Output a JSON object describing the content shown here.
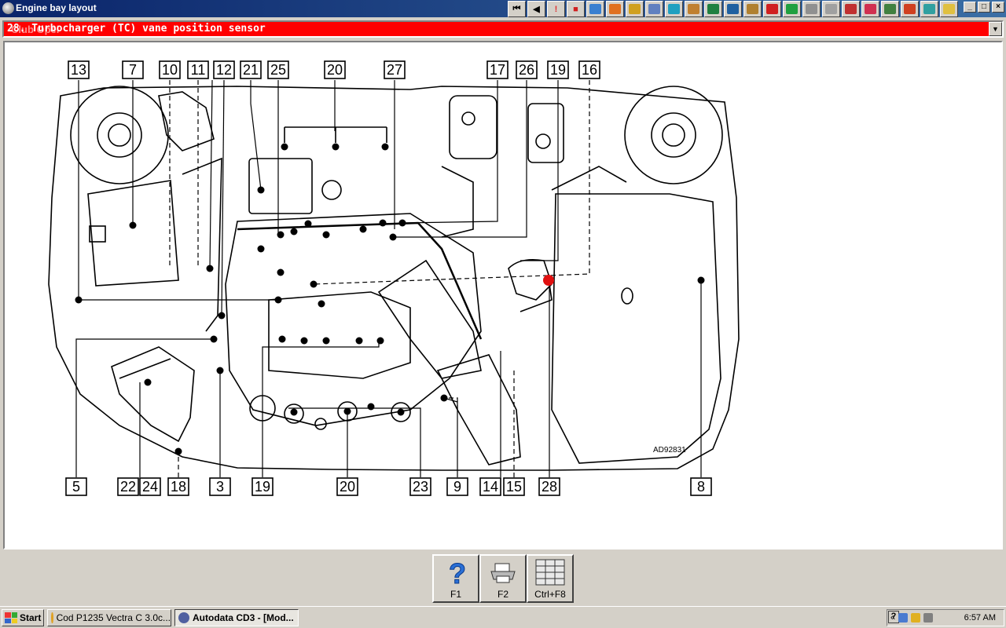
{
  "window": {
    "title": "Engine bay layout"
  },
  "toolbar": {
    "buttons": [
      {
        "name": "first-page-button",
        "glyph": "⏮",
        "color": "#000000"
      },
      {
        "name": "previous-button",
        "glyph": "◀",
        "color": "#000000"
      },
      {
        "name": "warning-button",
        "glyph": "!",
        "color": "#e03030"
      },
      {
        "name": "color-button",
        "glyph": "■",
        "color": "#d02020"
      },
      {
        "name": "tool-1-button",
        "glyph": "",
        "color": "#3a7fd0"
      },
      {
        "name": "tool-2-button",
        "glyph": "",
        "color": "#e07020"
      },
      {
        "name": "tool-3-button",
        "glyph": "",
        "color": "#d0a020"
      },
      {
        "name": "tool-4-button",
        "glyph": "",
        "color": "#6080c0"
      },
      {
        "name": "tool-5-button",
        "glyph": "",
        "color": "#20a0c0"
      },
      {
        "name": "tool-6-button",
        "glyph": "",
        "color": "#c08030"
      },
      {
        "name": "tool-7-button",
        "glyph": "",
        "color": "#208040"
      },
      {
        "name": "tool-8-button",
        "glyph": "",
        "color": "#2060a0"
      },
      {
        "name": "tool-9-button",
        "glyph": "",
        "color": "#b08030"
      },
      {
        "name": "tool-10-button",
        "glyph": "",
        "color": "#d02020"
      },
      {
        "name": "tool-11-button",
        "glyph": "",
        "color": "#20a040"
      },
      {
        "name": "tool-12-button",
        "glyph": "",
        "color": "#909090"
      },
      {
        "name": "tool-13-button",
        "glyph": "",
        "color": "#a0a0a0"
      },
      {
        "name": "tool-14-button",
        "glyph": "",
        "color": "#c03030"
      },
      {
        "name": "tool-15-button",
        "glyph": "",
        "color": "#d03050"
      },
      {
        "name": "tool-16-button",
        "glyph": "",
        "color": "#408040"
      },
      {
        "name": "tool-17-button",
        "glyph": "",
        "color": "#d04020"
      },
      {
        "name": "tool-18-button",
        "glyph": "",
        "color": "#30a0a0"
      },
      {
        "name": "tool-19-button",
        "glyph": "",
        "color": "#e0c040"
      }
    ]
  },
  "window_controls": {
    "minimize": "_",
    "maximize": "□",
    "close": "×"
  },
  "component_bar": {
    "label": "28. Turbocharger (TC) vane position sensor",
    "dropdown_glyph": "▼",
    "highlight_color": "#ff0000",
    "watermark": "Club Opel"
  },
  "diagram": {
    "code": "AD92831",
    "top_labels": [
      "13",
      "7",
      "10",
      "11",
      "12",
      "21",
      "25",
      "20",
      "27",
      "17",
      "26",
      "19",
      "16"
    ],
    "bottom_labels": [
      "5",
      "22",
      "24",
      "18",
      "3",
      "19",
      "20",
      "23",
      "9",
      "14",
      "15",
      "28",
      "8"
    ],
    "selected_marker_color": "#e01010"
  },
  "function_keys": [
    {
      "label": "F1",
      "icon": "help-icon"
    },
    {
      "label": "F2",
      "icon": "printer-icon"
    },
    {
      "label": "Ctrl+F8",
      "icon": "table-icon"
    }
  ],
  "taskbar": {
    "start_label": "Start",
    "tasks": [
      {
        "label": "Cod P1235 Vectra C 3.0c...",
        "active": false,
        "icon_color": "#e0a020"
      },
      {
        "label": "Autodata CD3 - [Mod...",
        "active": true,
        "icon_color": "#5060a0"
      }
    ],
    "help_glyph": "?",
    "chevron": "«",
    "clock": "6:57 AM"
  }
}
